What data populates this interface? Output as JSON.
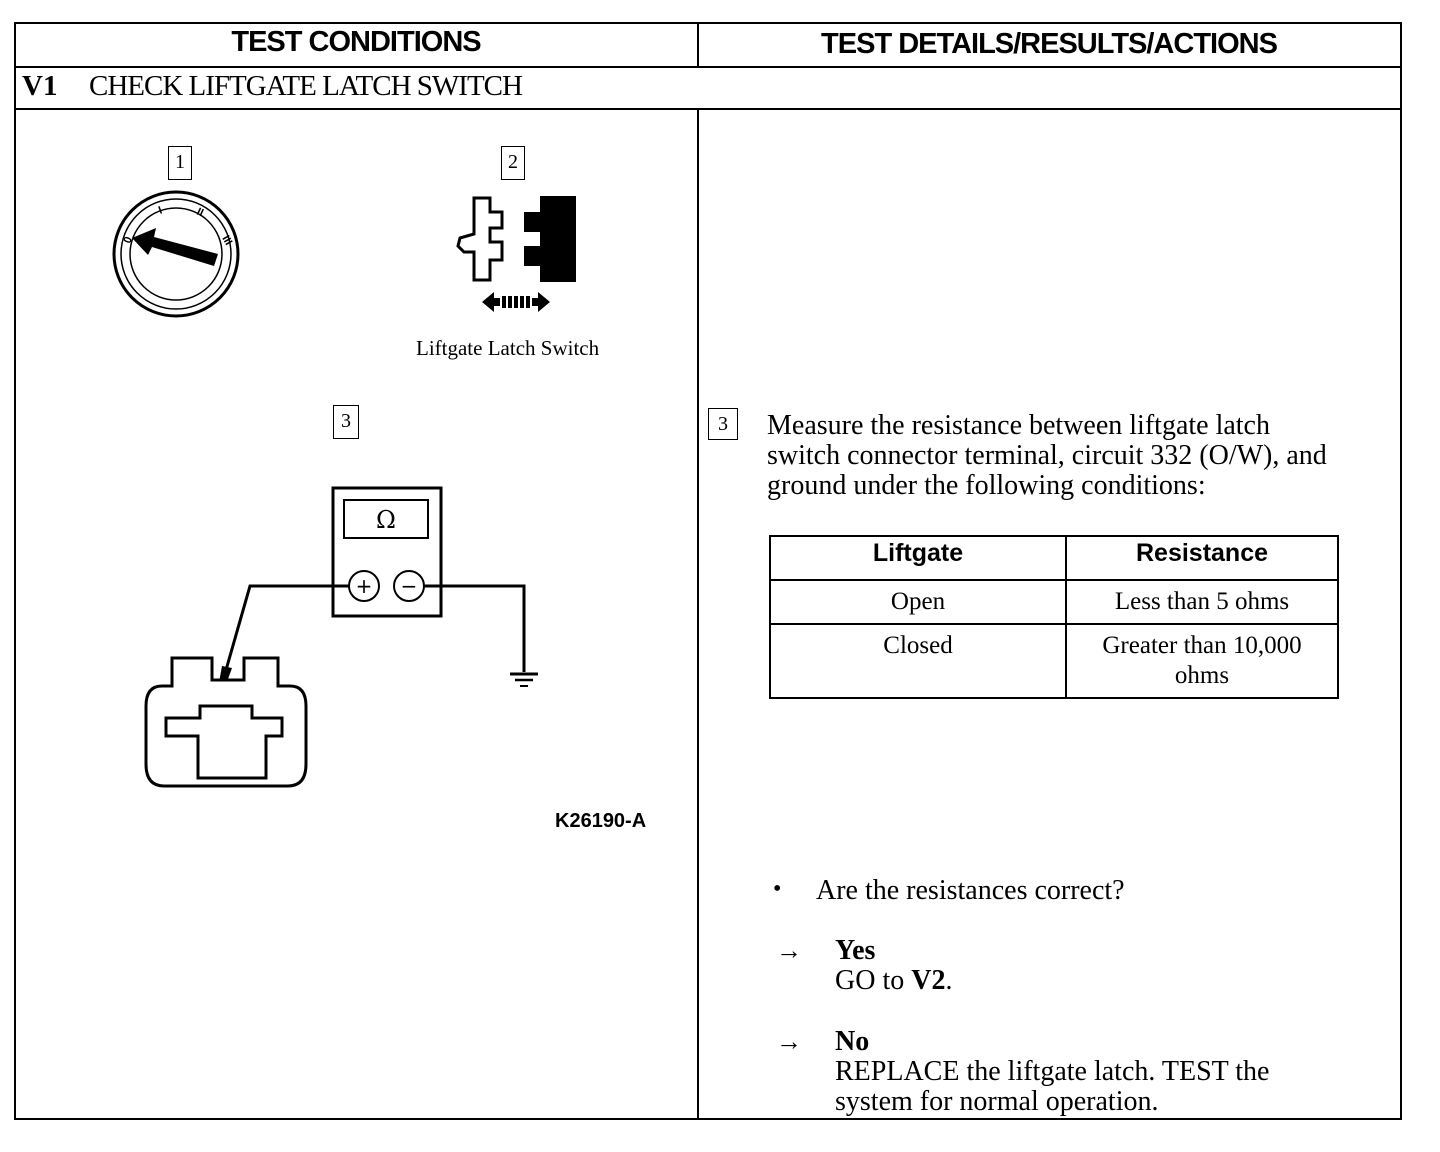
{
  "header": {
    "left_title": "TEST CONDITIONS",
    "right_title": "TEST DETAILS/RESULTS/ACTIONS"
  },
  "section": {
    "code": "V1",
    "title": "CHECK LIFTGATE LATCH SWITCH"
  },
  "diagram": {
    "step1_label": "1",
    "step2_label": "2",
    "switch_caption": "Liftgate Latch Switch",
    "step3_label": "3",
    "ohm_symbol": "Ω",
    "plus_symbol": "+",
    "minus_symbol": "−",
    "figure_id": "K26190-A",
    "ignition_marks": [
      "0",
      "I",
      "II",
      "III"
    ]
  },
  "details": {
    "step_label": "3",
    "instruction_lines": [
      "Measure the resistance between liftgate latch",
      "switch connector terminal, circuit 332 (O/W), and",
      "ground under the following conditions:"
    ],
    "table": {
      "headers": [
        "Liftgate",
        "Resistance"
      ],
      "rows": [
        [
          "Open",
          "Less than 5 ohms"
        ],
        [
          "Closed",
          "Greater than 10,000 ohms"
        ]
      ]
    },
    "question_bullet": "•",
    "question": "Are the resistances correct?",
    "arrow": "→",
    "yes_label": "Yes",
    "yes_action_prefix": "GO to ",
    "yes_action_target": "V2",
    "yes_action_suffix": ".",
    "no_label": "No",
    "no_action_lines": [
      "REPLACE the liftgate latch. TEST the",
      "system for normal operation."
    ]
  }
}
